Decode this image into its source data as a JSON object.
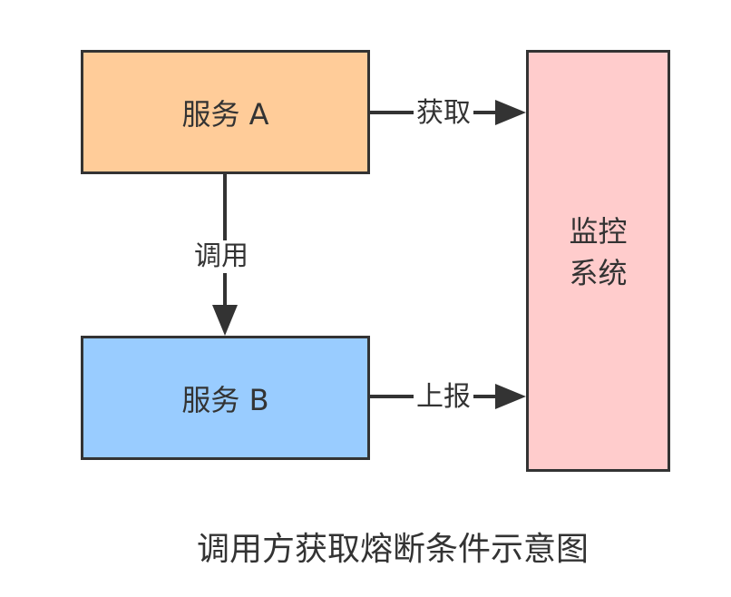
{
  "nodes": {
    "service_a": {
      "label": "服务 A",
      "fill": "#ffcc99"
    },
    "service_b": {
      "label": "服务 B",
      "fill": "#99ccff"
    },
    "monitor": {
      "label": "监控系统",
      "fill": "#ffcccc"
    }
  },
  "edges": {
    "fetch": {
      "label": "获取",
      "from": "服务 A",
      "to": "监控系统"
    },
    "call": {
      "label": "调用",
      "from": "服务 A",
      "to": "服务 B"
    },
    "report": {
      "label": "上报",
      "from": "服务 B",
      "to": "监控系统"
    }
  },
  "caption": "调用方获取熔断条件示意图",
  "colors": {
    "stroke": "#333333",
    "text": "#333333"
  }
}
